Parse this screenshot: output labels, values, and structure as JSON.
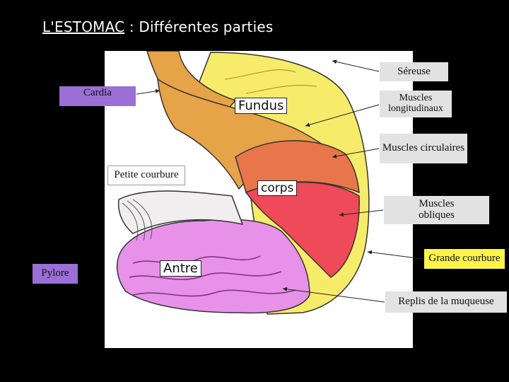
{
  "title": {
    "underlined": "L'ESTOMAC",
    "rest": " : Différentes parties"
  },
  "inner_labels": {
    "fundus": "Fundus",
    "corps": "corps",
    "antre": "Antre",
    "petite_courbure": "Petite courbure"
  },
  "left_labels": {
    "cardia": "Cardia",
    "pylore": "Pylore"
  },
  "right_labels": {
    "sereuse": "Séreuse",
    "muscles_longitudinaux": "Muscles longitudinaux",
    "muscles_circulaires": "Muscles circulaires",
    "muscles_obliques": "Muscles obliques",
    "grande_courbure": "Grande courbure",
    "replis": "Replis de la muqueuse"
  },
  "colors": {
    "background": "#000000",
    "label_gray": "#e2e2e2",
    "label_purple": "#9b6fd6",
    "label_yellow": "#fdf44a",
    "serosa": "#f7ec6a",
    "longitudinal": "#e6a347",
    "circular": "#e8764a",
    "oblique": "#ee4a5a",
    "mucosa": "#e792e8"
  }
}
